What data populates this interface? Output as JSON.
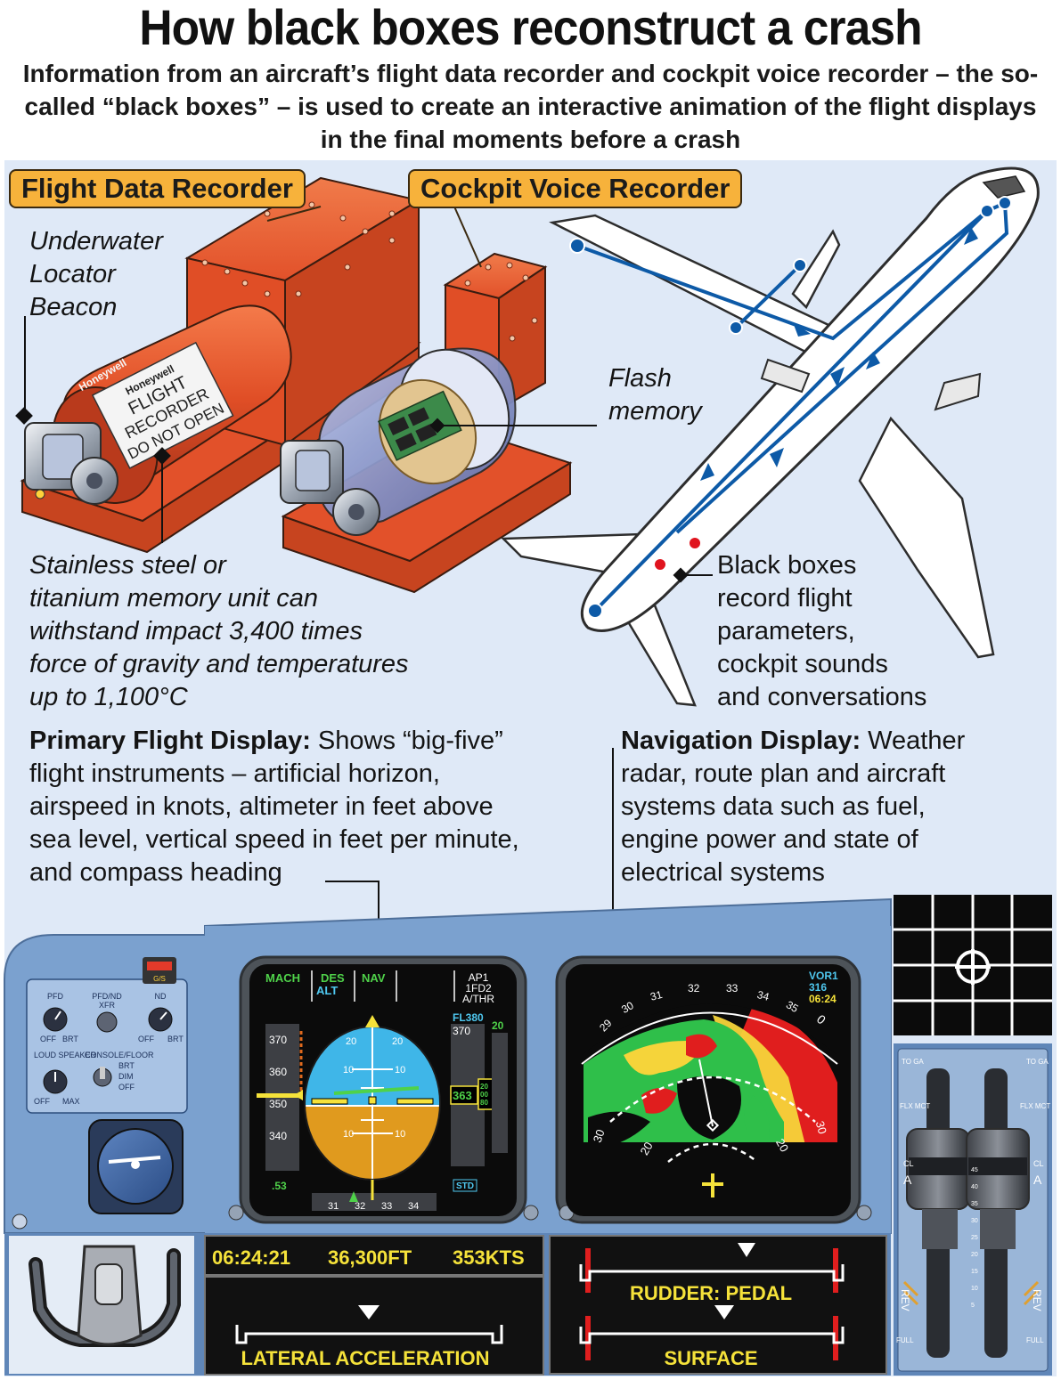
{
  "header": {
    "title": "How black boxes reconstruct a crash",
    "subtitle": "Information from an aircraft’s flight data recorder and cockpit voice recorder – the so-called “black boxes” – is used to create an interactive animation of the flight displays in the final moments before a crash"
  },
  "labels": {
    "fdr": "Flight Data Recorder",
    "cvr": "Cockpit Voice Recorder",
    "beacon": [
      "Underwater",
      "Locator",
      "Beacon"
    ],
    "flash": [
      "Flash",
      "memory"
    ],
    "fdr_sticker": [
      "Honeywell",
      "FLIGHT",
      "RECORDER",
      "DO NOT OPEN"
    ],
    "honeywell": "Honeywell",
    "memory_unit": [
      "Stainless steel or",
      "titanium memory unit can",
      "withstand impact 3,400 times",
      "force of gravity and temperatures",
      "up to 1,100°C"
    ],
    "black_boxes": [
      "Black boxes",
      "record flight",
      "parameters,",
      "cockpit sounds",
      "and conversations"
    ]
  },
  "pfd_caption": {
    "head": "Primary Flight Display:",
    "text": [
      " Shows “big-five”",
      "flight instruments – artificial horizon,",
      "airspeed in knots, altimeter in feet above",
      "sea level, vertical speed in feet per minute,",
      "and compass heading"
    ]
  },
  "nd_caption": {
    "head": "Navigation Display:",
    "text": [
      " Weather",
      "radar, route plan and aircraft",
      "systems data such as fuel,",
      "engine power and state of",
      "electrical systems"
    ]
  },
  "pfd": {
    "fma": [
      "MACH",
      "DES",
      "ALT",
      "NAV",
      "AP1",
      "1FD2",
      "A/THR"
    ],
    "speed_ticks": [
      "370",
      "360",
      "350",
      "340"
    ],
    "alt_select": "FL380",
    "alt_top": "370",
    "alt_current": "363",
    "alt_right": "20",
    "alt_drum": [
      "20",
      "00",
      "80"
    ],
    "pitch": [
      "20",
      "10",
      "10",
      "20"
    ],
    "mach": ".53",
    "std": "STD",
    "heading": [
      "31",
      "32",
      "33",
      "34"
    ]
  },
  "nd": {
    "vor": "VOR1",
    "course": "316",
    "time": "06:24",
    "compass": [
      "29",
      "30",
      "31",
      "32",
      "33",
      "34",
      "35",
      "0"
    ],
    "range": [
      "30",
      "20",
      "20",
      "30"
    ]
  },
  "left_panel": {
    "pfd": "PFD",
    "pfdnd": "PFD/ND",
    "xfr": "XFR",
    "nd": "ND",
    "off": "OFF",
    "brt": "BRT",
    "loud": "LOUD SPEAKER",
    "console": "CONSOLE/FLOOR",
    "dim": "DIM",
    "max": "MAX",
    "gs": "G/S"
  },
  "readouts": {
    "time": "06:24:21",
    "altitude": "36,300FT",
    "speed": "353KTS",
    "lateral": "LATERAL ACCELERATION",
    "rudder": "RUDDER: PEDAL",
    "surface": "SURFACE"
  },
  "throttle": {
    "toga": "TO GA",
    "flx": "FLX MCT",
    "cl": "CL",
    "a": "A",
    "rev": "REV",
    "full": "FULL",
    "scale": [
      "45",
      "40",
      "35",
      "30",
      "25",
      "20",
      "15",
      "10",
      "5"
    ]
  },
  "colors": {
    "panel_bg": "#dfe9f7",
    "orange": "#e2512a",
    "tag": "#f7b23b",
    "route": "#0d5aa7",
    "cockpit": "#7ba1cf",
    "screen": "#0b0b0b",
    "sky": "#3fb6e8",
    "ground": "#e09a1e"
  }
}
